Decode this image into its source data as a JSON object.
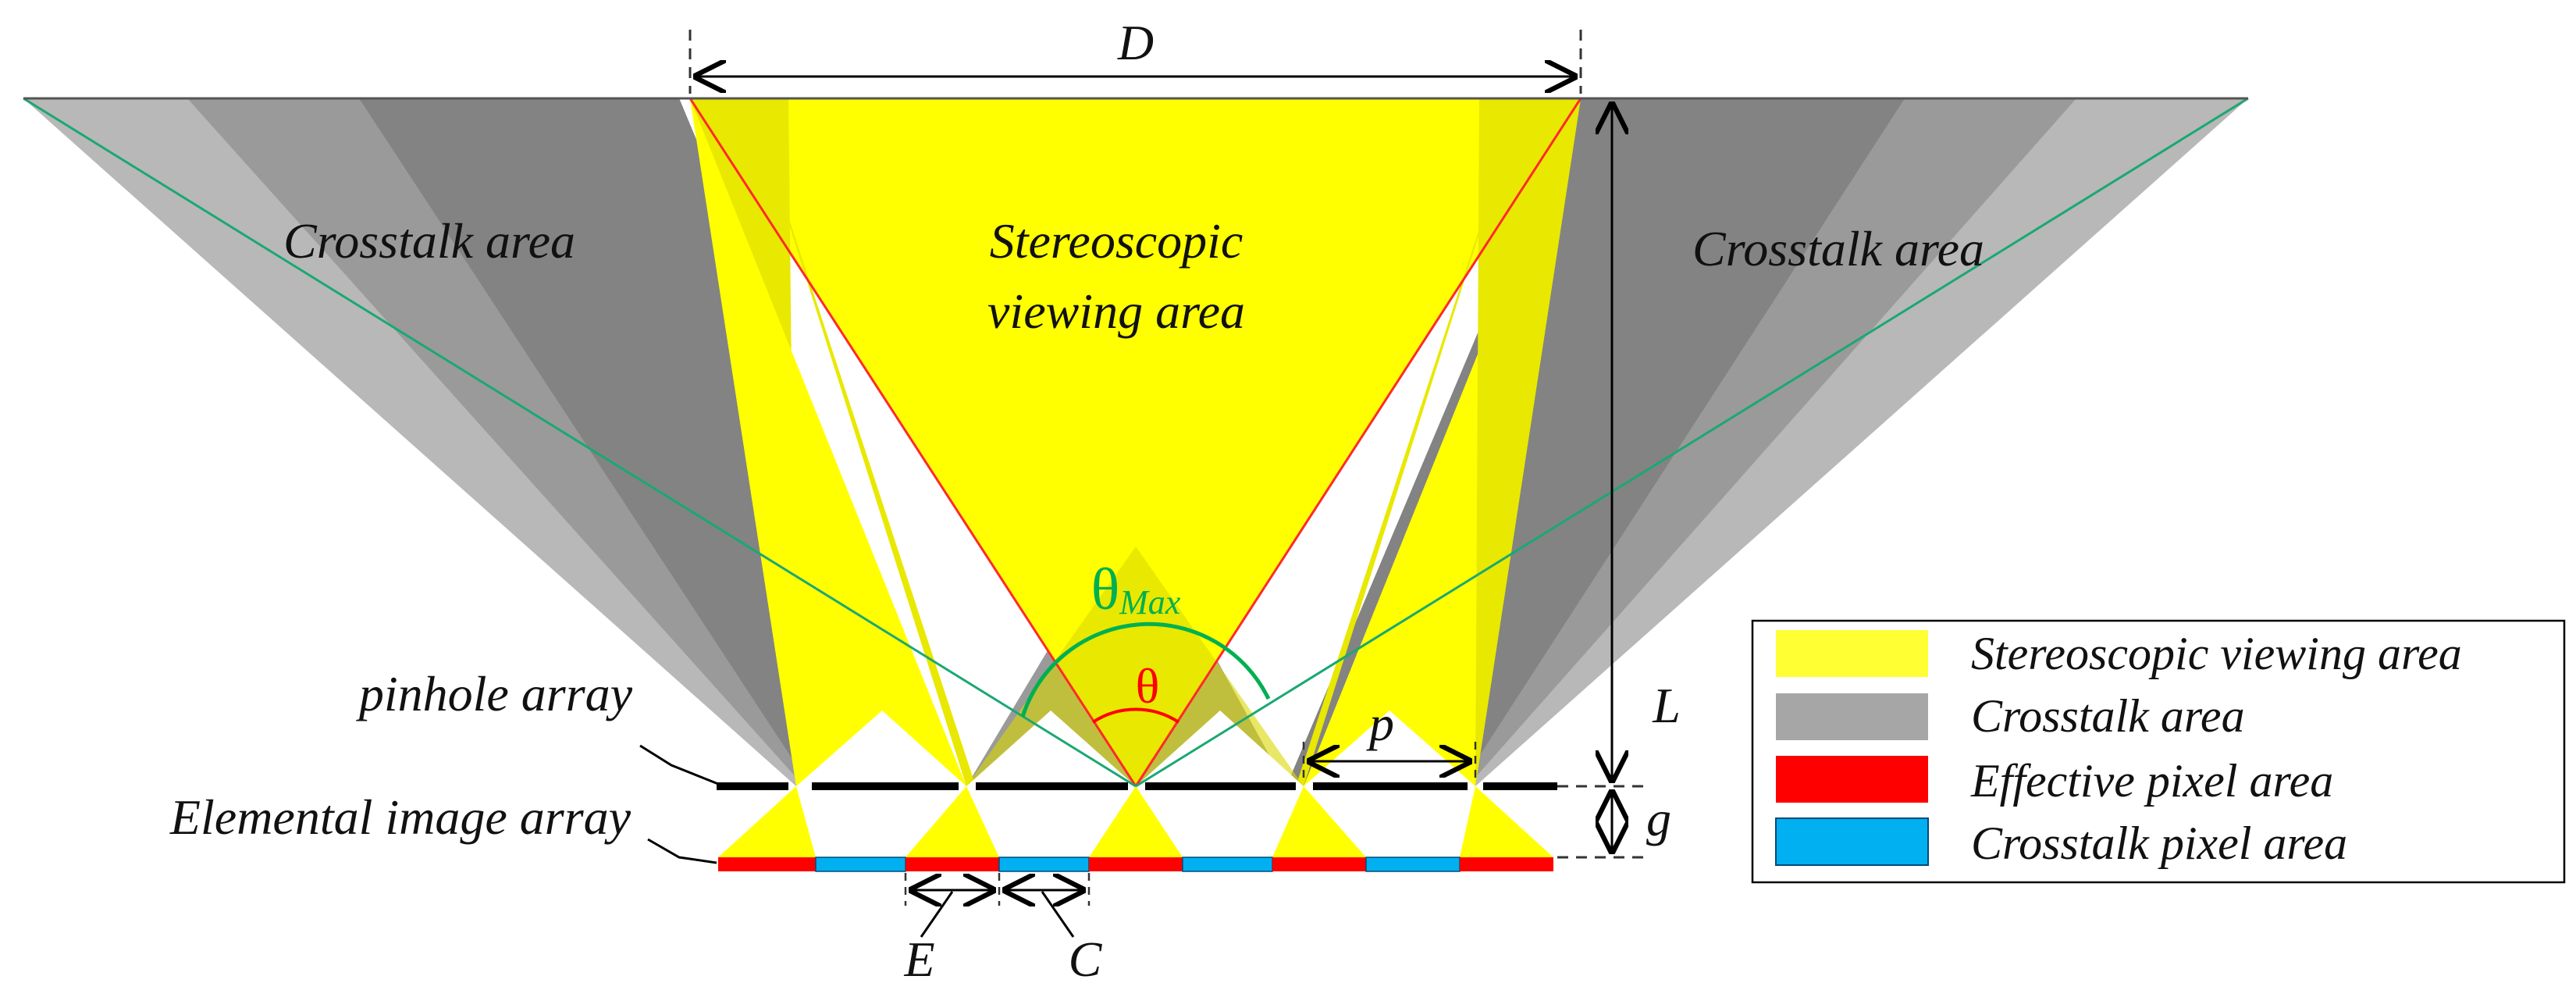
{
  "labels": {
    "D": "D",
    "crosstalk_left": "Crosstalk area",
    "crosstalk_right": "Crosstalk area",
    "stereo_line1": "Stereoscopic",
    "stereo_line2": "viewing area",
    "theta_max_main": "θ",
    "theta_max_sub": "Max",
    "theta": "θ",
    "p": "p",
    "L": "L",
    "g": "g",
    "E": "E",
    "C": "C",
    "pinhole_array": "pinhole array",
    "elemental_image_array": "Elemental image array"
  },
  "legend": [
    {
      "label": "Stereoscopic viewing area",
      "color": "#ffff33",
      "swatch": "yellow-swatch"
    },
    {
      "label": "Crosstalk area",
      "color": "#a6a6a6",
      "swatch": "gray-swatch"
    },
    {
      "label": "Effective pixel area",
      "color": "#ff0000",
      "swatch": "red-swatch"
    },
    {
      "label": "Crosstalk pixel area",
      "color": "#00b0f0",
      "swatch": "blue-swatch"
    }
  ],
  "colors": {
    "yellow": "#ffff00",
    "gray_light": "#b3b3b3",
    "gray_dark": "#7f7f7f",
    "red_line": "#ff2a2a",
    "green_line": "#1aa872",
    "theta_max_color": "#00b050",
    "theta_color": "#ff0000"
  }
}
